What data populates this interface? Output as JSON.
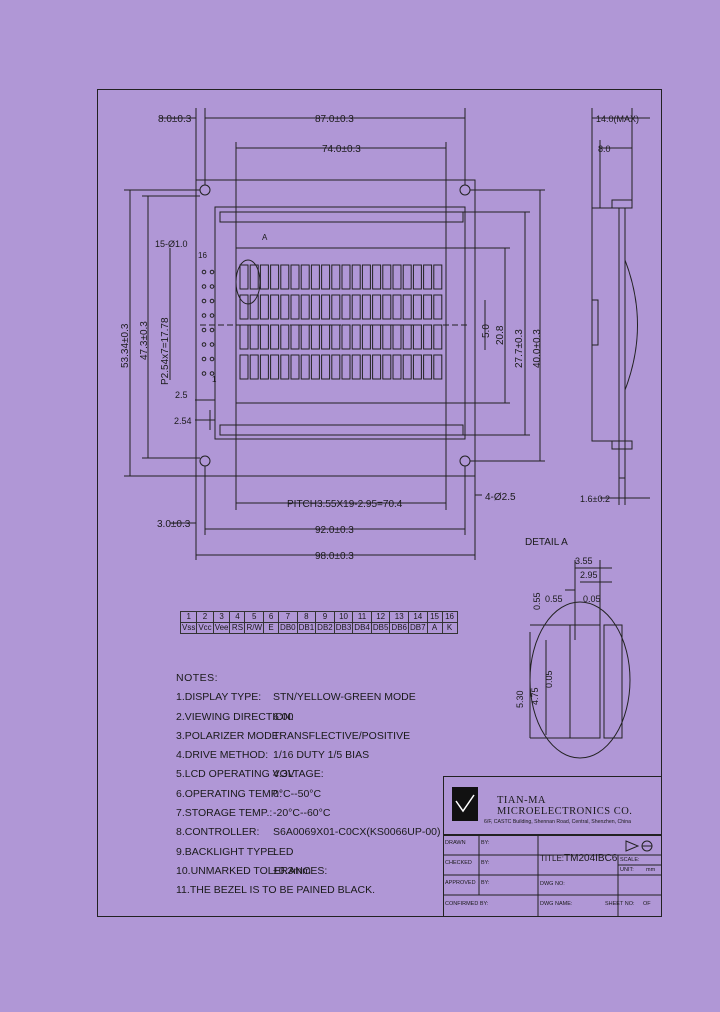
{
  "drawing": {
    "dims": {
      "d8": "8.0±0.3",
      "d87": "87.0±0.3",
      "d74": "74.0±0.3",
      "d14max": "14.0(MAX)",
      "d8b": "8.0",
      "d53": "53.34±0.3",
      "d47": "47.3±0.3",
      "p254": "P2.54x7=17.78",
      "pin15": "15-Ø1.0",
      "n16": "16",
      "n1": "1",
      "a_label": "A",
      "d25": "2.5",
      "d254": "2.54",
      "d50": "5.0",
      "d208": "20.8",
      "d277": "27.7±0.3",
      "d40": "40.0±0.3",
      "pitch": "PITCH3.55X19-2.95=70.4",
      "holes": "4-Ø2.5",
      "d16": "1.6±0.2",
      "d3": "3.0±0.3",
      "d92": "92.0±0.3",
      "d98": "98.0±0.3"
    },
    "detail": {
      "title": "DETAIL A",
      "d355": "3.55",
      "d295": "2.95",
      "d055a": "0.55",
      "d055b": "0.55",
      "d005a": "0.05",
      "d530": "5.30",
      "d475": "4.75",
      "d005b": "0.05"
    }
  },
  "pin_table": {
    "numbers": [
      "1",
      "2",
      "3",
      "4",
      "5",
      "6",
      "7",
      "8",
      "9",
      "10",
      "11",
      "12",
      "13",
      "14",
      "15",
      "16"
    ],
    "names": [
      "Vss",
      "Vcc",
      "Vee",
      "RS",
      "R/W",
      "E",
      "DB0",
      "DB1",
      "DB2",
      "DB3",
      "DB4",
      "DB5",
      "DB6",
      "DB7",
      "A",
      "K"
    ]
  },
  "notes": {
    "title": "NOTES:",
    "items": [
      {
        "k": "1.DISPLAY TYPE:",
        "v": "STN/YELLOW-GREEN MODE"
      },
      {
        "k": "2.VIEWING DIRECTION:",
        "v": "6:00"
      },
      {
        "k": "3.POLARIZER MODE:",
        "v": "TRANSFLECTIVE/POSITIVE"
      },
      {
        "k": "4.DRIVE METHOD:",
        "v": "1/16 DUTY 1/5 BIAS"
      },
      {
        "k": "5.LCD OPERATING VOLTAGE:",
        "v": "4.3V"
      },
      {
        "k": "6.OPERATING TEMP.:",
        "v": "0°C--50°C"
      },
      {
        "k": "7.STORAGE TEMP.:",
        "v": "-20°C--60°C"
      },
      {
        "k": "8.CONTROLLER:",
        "v": "S6A0069X01-C0CX(KS0066UP-00)"
      },
      {
        "k": "9.BACKLIGHT TYPE:",
        "v": "LED"
      },
      {
        "k": "10.UNMARKED TOLERANCES:",
        "v": "±0.3mm"
      },
      {
        "k": "11.THE BEZEL IS TO BE PAINED BLACK.",
        "v": ""
      }
    ]
  },
  "title_block": {
    "company": "TIAN-MA MICROELECTRONICS CO.",
    "address": "6/F, CASTC Building, Shennan Road, Central, Shenzhen, China",
    "drawn": "DRAWN",
    "by1": "BY:",
    "checked": "CHECKED",
    "by2": "BY:",
    "approved": "APPROVED",
    "by3": "BY:",
    "confirmed": "CONFIRMED BY:",
    "title_label": "TITLE:",
    "part": "TM204IBC6",
    "dwg_no": "DWG NO:",
    "dwg_name": "DWG NAME:",
    "scale": "SCALE:",
    "unit": "UNIT:",
    "unit_val": "mm",
    "sheet": "SHEET NO:",
    "sheet_val": "OF"
  }
}
